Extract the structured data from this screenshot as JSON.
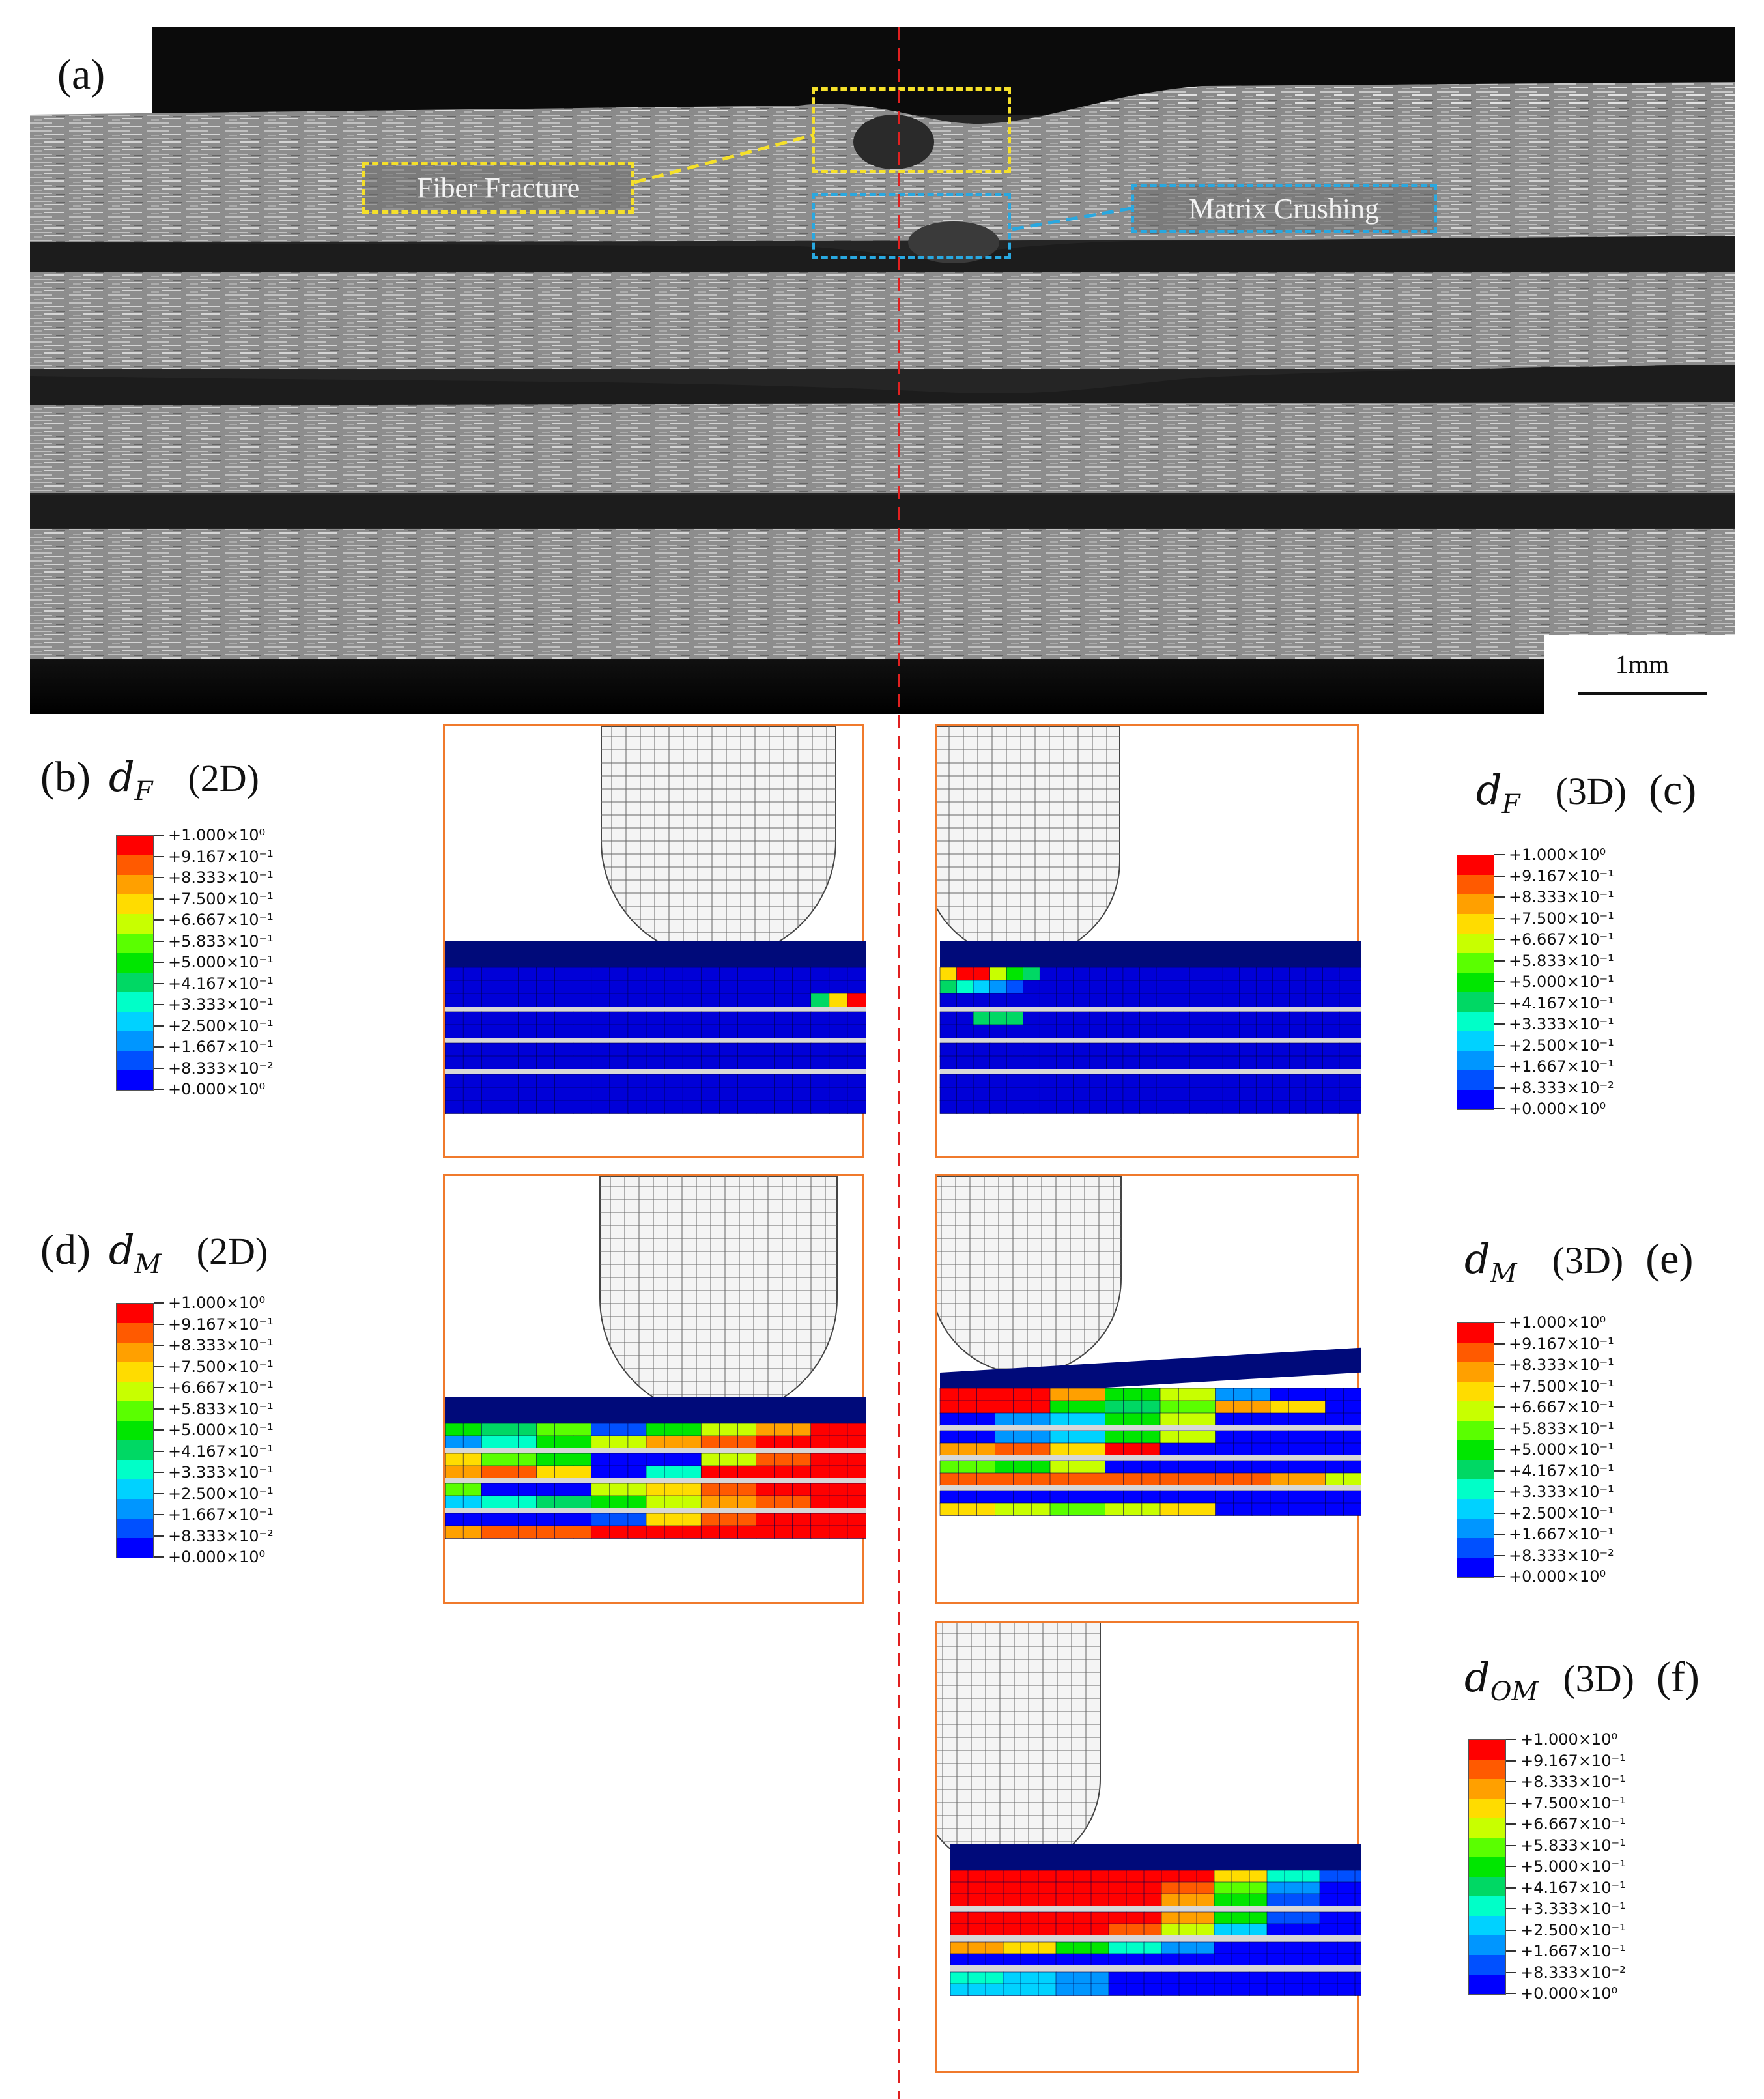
{
  "panel_a": {
    "label": "(a)",
    "callouts": [
      {
        "text": "Fiber Fracture",
        "color": "#f5e02a"
      },
      {
        "text": "Matrix Crushing",
        "color": "#29a8e0"
      }
    ],
    "scale_bar": "1mm"
  },
  "legend_values": [
    "+1.000×10⁰",
    "+9.167×10⁻¹",
    "+8.333×10⁻¹",
    "+7.500×10⁻¹",
    "+6.667×10⁻¹",
    "+5.833×10⁻¹",
    "+5.000×10⁻¹",
    "+4.167×10⁻¹",
    "+3.333×10⁻¹",
    "+2.500×10⁻¹",
    "+1.667×10⁻¹",
    "+8.333×10⁻²",
    "+0.000×10⁰"
  ],
  "legend_colors": [
    "#ff0000",
    "#ff5a00",
    "#ffa000",
    "#ffdc00",
    "#c8ff00",
    "#5aff00",
    "#00e600",
    "#00d864",
    "#00ffc8",
    "#00d2ff",
    "#0096ff",
    "#0050ff",
    "#0000ff"
  ],
  "panels": {
    "b": {
      "label": "(b)",
      "var": "d",
      "sub": "F",
      "dim": "(2D)"
    },
    "c": {
      "label": "(c)",
      "var": "d",
      "sub": "F",
      "dim": "(3D)"
    },
    "d": {
      "label": "(d)",
      "var": "d",
      "sub": "M",
      "dim": "(2D)"
    },
    "e": {
      "label": "(e)",
      "var": "d",
      "sub": "M",
      "dim": "(3D)"
    },
    "f": {
      "label": "(f)",
      "var": "d",
      "sub": "OM",
      "dim": "(3D)"
    }
  },
  "colors": {
    "frame": "#f07a2c",
    "center_line": "#e02020",
    "laminate_blue": "#0000d8",
    "laminate_top": "#000a7a",
    "gap": "#d8d8d8"
  }
}
